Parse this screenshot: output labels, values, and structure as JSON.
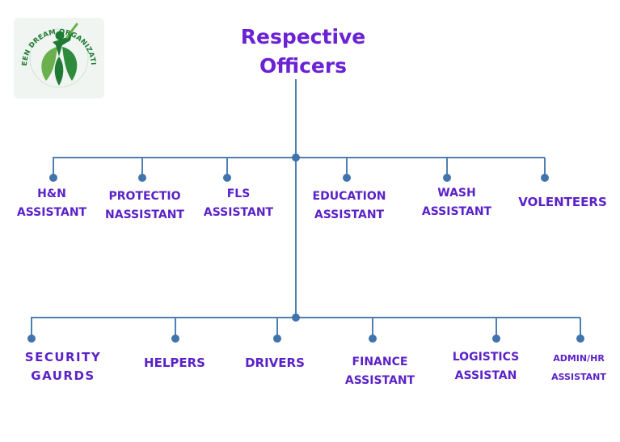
{
  "logo": {
    "text": "GREEN DREAM ORGANIZATION",
    "icon": "leaf-person-logo-icon",
    "colors": {
      "green": "#1e7a34",
      "light_green": "#6ab04c",
      "bg": "#f1f5f1"
    }
  },
  "title": {
    "line1": "Respective",
    "line2": "Officers"
  },
  "colors": {
    "title": "#6a22d4",
    "label": "#5b22c7",
    "connector": "#4f7fb0"
  },
  "tier1": [
    {
      "lines": [
        "H&N",
        "ASSISTANT"
      ]
    },
    {
      "lines": [
        "PROTECTIO",
        "NASSISTANT"
      ]
    },
    {
      "lines": [
        "FLS",
        "ASSISTANT"
      ]
    },
    {
      "lines": [
        "EDUCATION",
        "ASSISTANT"
      ]
    },
    {
      "lines": [
        "WASH",
        "ASSISTANT"
      ]
    },
    {
      "lines": [
        "VOLENTEERS"
      ]
    }
  ],
  "tier2": [
    {
      "lines": [
        "SECURITY",
        "GAURDS"
      ]
    },
    {
      "lines": [
        "HELPERS"
      ]
    },
    {
      "lines": [
        "DRIVERS"
      ]
    },
    {
      "lines": [
        "FINANCE",
        "ASSISTANT"
      ]
    },
    {
      "lines": [
        "LOGISTICS",
        "ASSISTAN"
      ]
    },
    {
      "lines": [
        "ADMIN/HR",
        "ASSISTANT"
      ]
    }
  ]
}
